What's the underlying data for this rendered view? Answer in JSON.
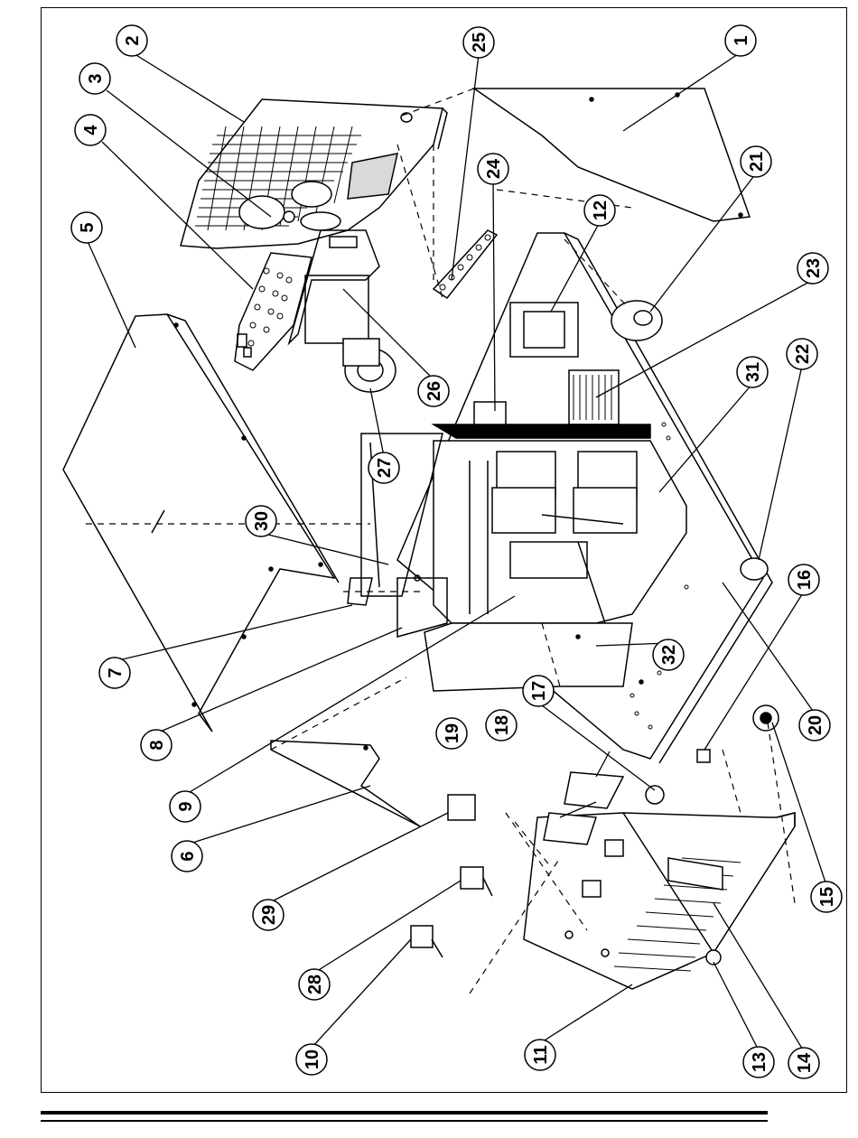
{
  "diagram": {
    "callouts": [
      {
        "label": "1"
      },
      {
        "label": "2"
      },
      {
        "label": "3"
      },
      {
        "label": "4"
      },
      {
        "label": "5"
      },
      {
        "label": "6"
      },
      {
        "label": "7"
      },
      {
        "label": "8"
      },
      {
        "label": "9"
      },
      {
        "label": "10"
      },
      {
        "label": "11"
      },
      {
        "label": "12"
      },
      {
        "label": "13"
      },
      {
        "label": "14"
      },
      {
        "label": "15"
      },
      {
        "label": "16"
      },
      {
        "label": "17"
      },
      {
        "label": "18"
      },
      {
        "label": "19"
      },
      {
        "label": "20"
      },
      {
        "label": "21"
      },
      {
        "label": "22"
      },
      {
        "label": "23"
      },
      {
        "label": "24"
      },
      {
        "label": "25"
      },
      {
        "label": "26"
      },
      {
        "label": "27"
      },
      {
        "label": "28"
      },
      {
        "label": "29"
      },
      {
        "label": "30"
      },
      {
        "label": "31"
      },
      {
        "label": "32"
      }
    ]
  }
}
